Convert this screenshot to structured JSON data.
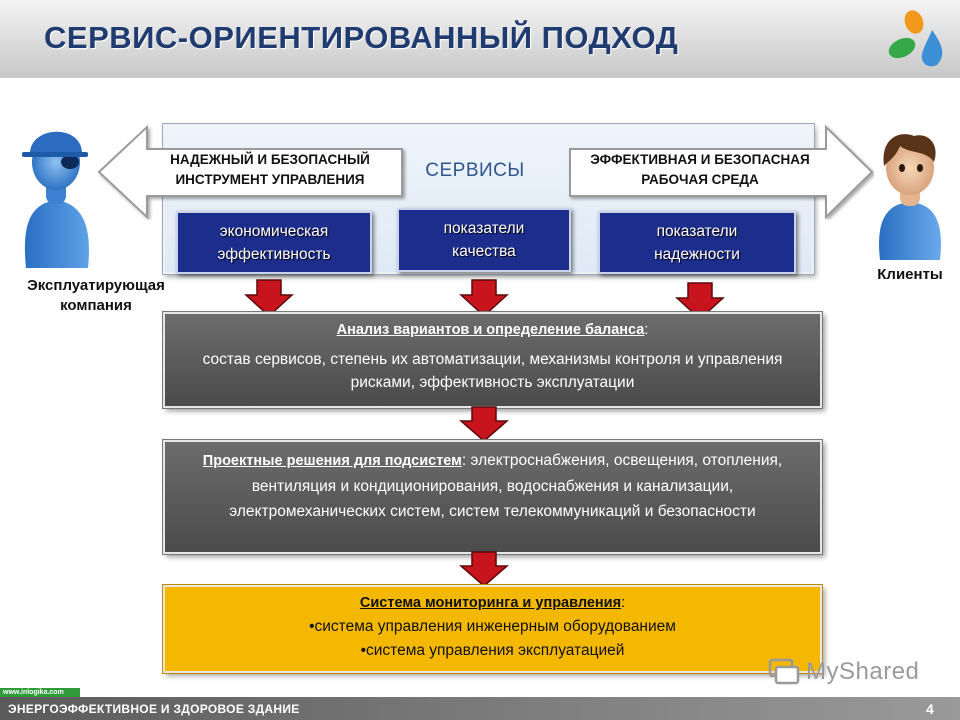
{
  "slide": {
    "title": "СЕРВИС-ОРИЕНТИРОВАННЫЙ ПОДХОД",
    "page_number": "4",
    "footer_text": "ЭНЕРГОЭФФЕКТИВНОЕ И ЗДОРОВОЕ ЗДАНИЕ",
    "site_badge": "www.inlogika.com",
    "watermark": "MyShared"
  },
  "actors": {
    "left_label": "Эксплуатирующая\nкомпания",
    "right_label": "Клиенты"
  },
  "services": {
    "label": "СЕРВИСЫ",
    "left_arrow_text": "НАДЕЖНЫЙ И БЕЗОПАСНЫЙ\nИНСТРУМЕНТ УПРАВЛЕНИЯ",
    "right_arrow_text": "ЭФФЕКТИВНАЯ И БЕЗОПАСНАЯ\nРАБОЧАЯ СРЕДА",
    "items": [
      "экономическая\nэффективность",
      "показатели\nкачества",
      "показатели\nнадежности"
    ]
  },
  "analysis": {
    "heading": "Анализ  вариантов и определение баланса",
    "suffix": ":",
    "body": "состав сервисов, степень их автоматизации, механизмы контроля и управления рисками, эффективность   эксплуатации"
  },
  "design": {
    "heading": "Проектные решения для подсистем",
    "body": ": электроснабжения,  освещения, отопления, вентиляция и кондиционирования, водоснабжения и канализации, электромеханических систем, систем телекоммуникаций и безопасности"
  },
  "monitoring": {
    "heading": "Система мониторинга  и управления",
    "suffix": ":",
    "bullets": [
      "•система управления инженерным оборудованием",
      "•система управления эксплуатацией"
    ]
  },
  "colors": {
    "title": "#1f3b70",
    "blue_box": "#1d2d8c",
    "arrow_red": "#c8141c",
    "yellow_box": "#f5b800",
    "grey_box": "#555555"
  }
}
